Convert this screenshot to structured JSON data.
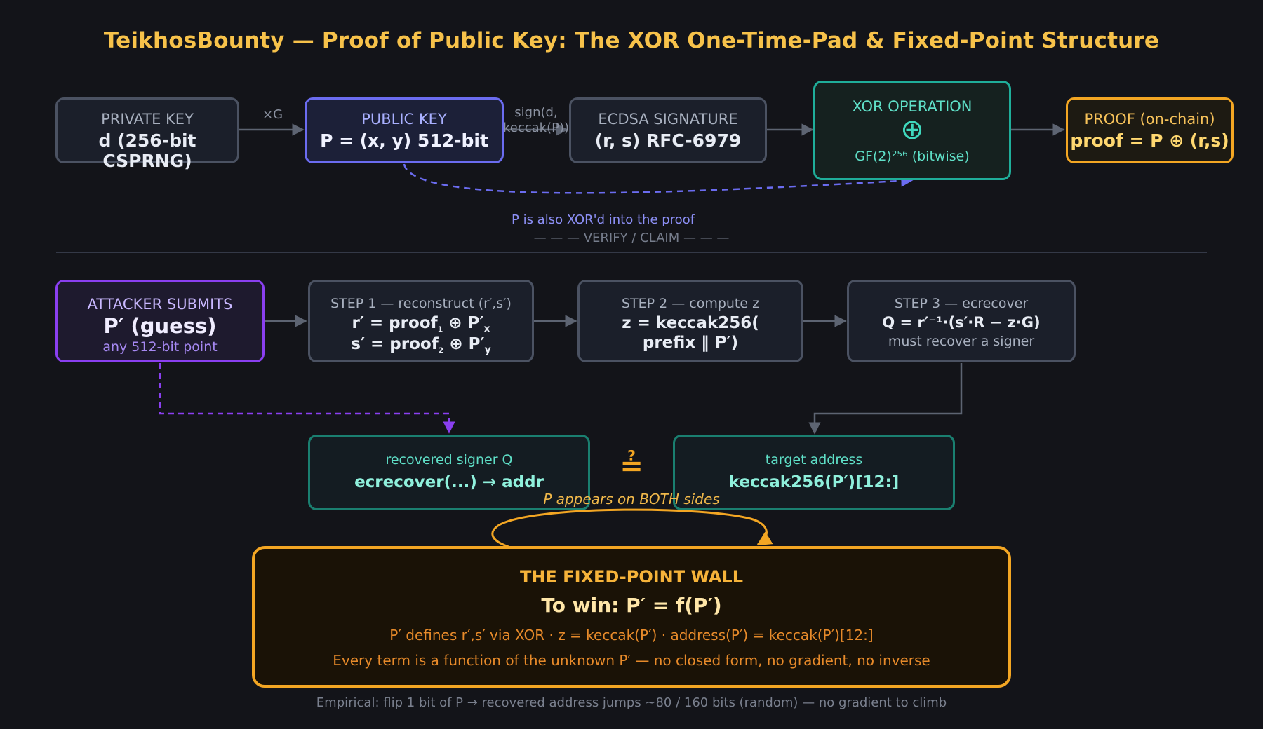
{
  "title": "TeikhosBounty — Proof of Public Key: The XOR One-Time-Pad & Fixed-Point Structure",
  "colors": {
    "background": "#131419",
    "title": "#f7c24a",
    "public_key": "#6b6cf0",
    "xor": "#1fae9a",
    "proof": "#f3a623",
    "attacker": "#8a3ff0",
    "teal_text": "#5fe0c8",
    "wall_bg": "#1a1206",
    "wall_text": "#f0a030"
  },
  "top_row": {
    "private_key": {
      "label": "PRIVATE KEY",
      "value": "d (256-bit CSPRNG)"
    },
    "edge_g": "×G",
    "public_key": {
      "label": "PUBLIC KEY",
      "value": "P = (x, y) 512-bit"
    },
    "edge_sign_line1": "sign(d,",
    "edge_sign_line2": "keccak(P))",
    "ecdsa": {
      "label": "ECDSA SIGNATURE",
      "value": "(r, s) RFC-6979"
    },
    "xor": {
      "label": "XOR OPERATION",
      "symbol": "⊕",
      "sub": "GF(2)²⁵⁶ (bitwise)"
    },
    "proof": {
      "label": "PROOF (on-chain)",
      "value": "proof = P ⊕ (r,s)"
    },
    "xor_note": "P is also XOR'd into the proof"
  },
  "divider_label": "— — — VERIFY / CLAIM — — —",
  "verify_row": {
    "attacker": {
      "label": "ATTACKER SUBMITS",
      "value": "P′ (guess)",
      "sub": "any 512-bit point"
    },
    "step1": {
      "label": "STEP 1 — reconstruct (r′,s′)",
      "line1_a": "r′ = proof",
      "line1_sub": "1",
      "line1_b": " ⊕ P′",
      "line1_sub2": "x",
      "line2_a": "s′ = proof",
      "line2_sub": "2",
      "line2_b": " ⊕ P′",
      "line2_sub2": "y"
    },
    "step2": {
      "label": "STEP 2 — compute z",
      "line1": "z = keccak256(",
      "line2": "prefix ‖ P′)"
    },
    "step3": {
      "label": "STEP 3 — ecrecover",
      "value": "Q = r′⁻¹·(s′·R − z·G)",
      "sub": "must recover a signer"
    }
  },
  "compare": {
    "recovered": {
      "label": "recovered signer Q",
      "value": "ecrecover(...) → addr"
    },
    "equals_symbol": "≟",
    "target": {
      "label": "target address",
      "value": "keccak256(P′)[12:]"
    },
    "both_sides_note": "P appears on BOTH sides"
  },
  "wall": {
    "title": "THE FIXED-POINT WALL",
    "equation": "To win: P′ = f(P′)",
    "line1": "P′ defines r′,s′ via XOR · z = keccak(P′) · address(P′) = keccak(P′)[12:]",
    "line2": "Every term is a function of the unknown P′ — no closed form, no gradient, no inverse"
  },
  "footer": "Empirical: flip 1 bit of P → recovered address jumps ~80 / 160 bits (random) — no gradient to climb"
}
